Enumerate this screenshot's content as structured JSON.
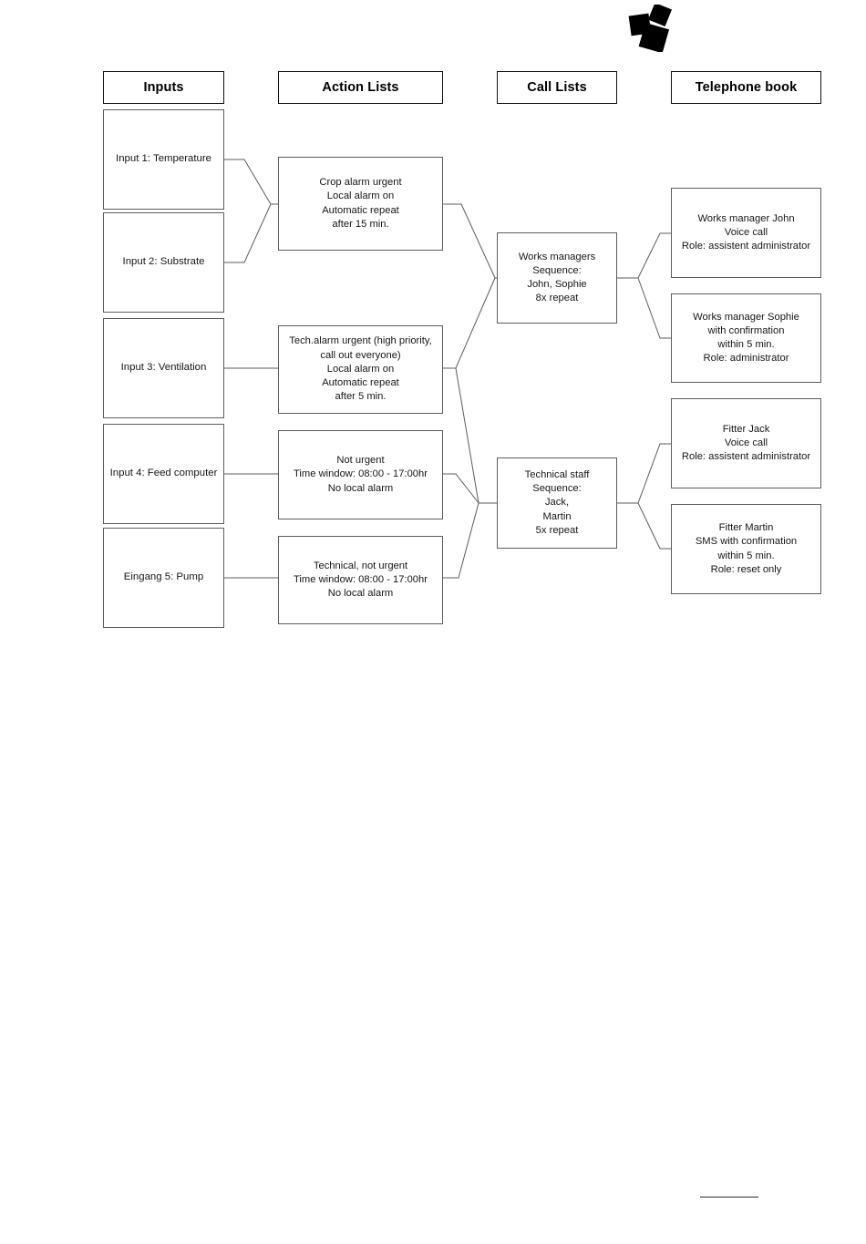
{
  "logo": {
    "name": "company-logo-mark",
    "color": "#000000"
  },
  "columns": [
    {
      "id": "inputs",
      "title": "Inputs"
    },
    {
      "id": "actions",
      "title": "Action Lists"
    },
    {
      "id": "calls",
      "title": "Call Lists"
    },
    {
      "id": "phonebook",
      "title": "Telephone book"
    }
  ],
  "inputs": [
    {
      "id": "input-1",
      "label": "Input 1: Temperature"
    },
    {
      "id": "input-2",
      "label": "Input 2: Substrate"
    },
    {
      "id": "input-3",
      "label": "Input 3: Ventilation"
    },
    {
      "id": "input-4",
      "label": "Input 4: Feed computer"
    },
    {
      "id": "input-5",
      "label": "Eingang 5: Pump"
    }
  ],
  "action_lists": [
    {
      "id": "action-1",
      "text": "Crop alarm urgent\nLocal alarm on\nAutomatic repeat\nafter 15 min."
    },
    {
      "id": "action-2",
      "text": "Tech.alarm urgent (high priority,\ncall out everyone)\nLocal alarm on\nAutomatic repeat\nafter 5 min."
    },
    {
      "id": "action-3",
      "text": "Not urgent\nTime window: 08:00 - 17:00hr\nNo local alarm"
    },
    {
      "id": "action-4",
      "text": "Technical, not urgent\nTime window: 08:00 - 17:00hr\nNo local alarm"
    }
  ],
  "call_lists": [
    {
      "id": "call-works-managers",
      "text": "Works managers\nSequence:\nJohn, Sophie\n8x repeat"
    },
    {
      "id": "call-technical-staff",
      "text": "Technical staff\nSequence:\nJack,\nMartin\n5x repeat"
    }
  ],
  "phonebook": [
    {
      "id": "contact-john",
      "text": "Works manager John\nVoice call\nRole: assistent administrator"
    },
    {
      "id": "contact-sophie",
      "text": "Works manager Sophie\nwith confirmation\nwithin 5 min.\nRole: administrator"
    },
    {
      "id": "contact-jack",
      "text": "Fitter Jack\nVoice call\nRole: assistent administrator"
    },
    {
      "id": "contact-martin",
      "text": "Fitter Martin\nSMS with confirmation\nwithin 5 min.\nRole: reset only"
    }
  ],
  "style": {
    "line_color": "#5d5d5d",
    "header_border": "#111111",
    "box_border": "#5d5d5d",
    "background": "#ffffff"
  }
}
